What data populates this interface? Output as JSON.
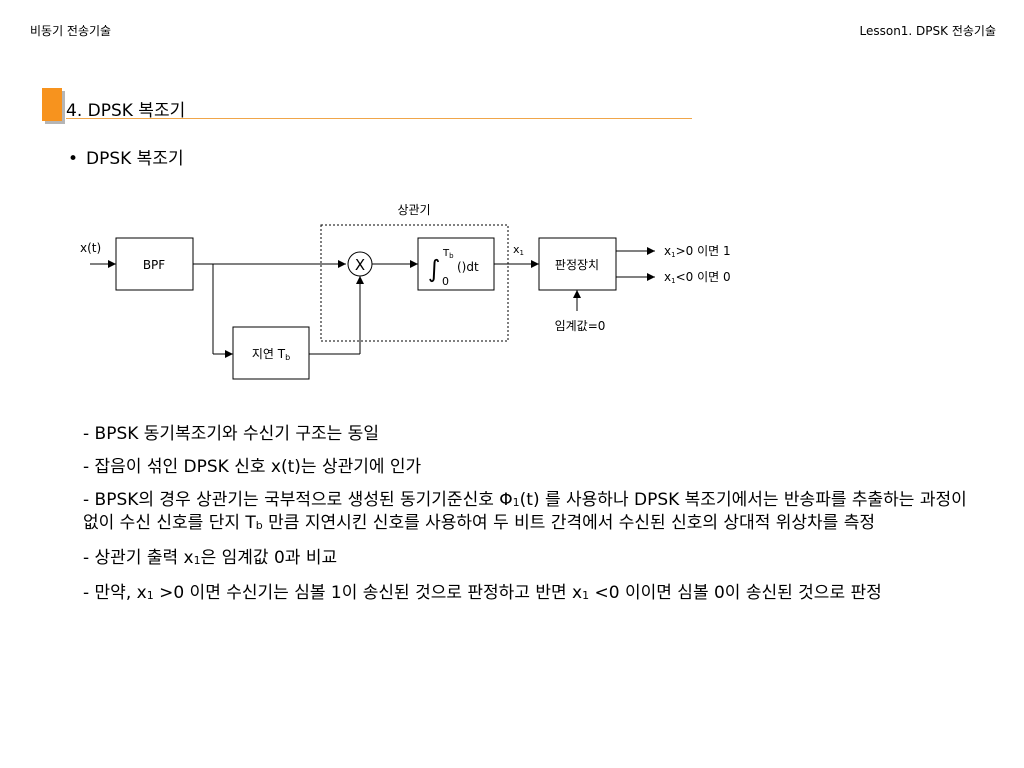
{
  "header": {
    "left": "비동기 전송기술",
    "right": "Lesson1. DPSK 전송기술"
  },
  "section": {
    "title": "4. DPSK 복조기"
  },
  "bullet": {
    "text": "DPSK 복조기"
  },
  "diagram": {
    "correlator_label": "상관기",
    "input_label": "x(t)",
    "bpf": "BPF",
    "multiplier": "X",
    "integral_sign": "∫",
    "integral_upper": "T",
    "integral_upper_sub": "b",
    "integral_lower": "0",
    "integral_body": "()dt",
    "x1_label": "x",
    "x1_sub": "1",
    "decision": "판정장치",
    "out1_a": "x",
    "out1_sub": "1",
    "out1_b": ">0 이면 1",
    "out2_a": "x",
    "out2_sub": "1",
    "out2_b": "<0 이면 0",
    "threshold": "임계값=0",
    "delay": "지연 T",
    "delay_sub": "b"
  },
  "notes": {
    "n1": "- BPSK 동기복조기와 수신기 구조는 동일",
    "n2": "- 잡음이 섞인 DPSK 신호 x(t)는 상관기에 인가",
    "n3_a": "- BPSK의 경우 상관기는 국부적으로 생성된 동기기준신호 Φ",
    "n3_sub1": "1",
    "n3_b": "(t) 를 사용하나 DPSK 복조기에서는 반송파를 추출하는 과정이 없이 수신 신호를 단지 T",
    "n3_sub2": "b",
    "n3_c": " 만큼 지연시킨 신호를 사용하여 두 비트 간격에서 수신된 신호의 상대적 위상차를 측정",
    "n4_a": "- 상관기 출력 x",
    "n4_sub": "1",
    "n4_b": "은 임계값 0과 비교",
    "n5_a": "- 만약, x",
    "n5_sub1": "1",
    "n5_b": " >0 이면 수신기는 심볼 1이 송신된 것으로 판정하고 반면 x",
    "n5_sub2": "1",
    "n5_c": " <0 이이면 심볼 0이 송신된 것으로 판정"
  },
  "colors": {
    "accent": "#f7931e",
    "accent_line": "#f0a64a",
    "shadow": "#b5b5b5"
  }
}
